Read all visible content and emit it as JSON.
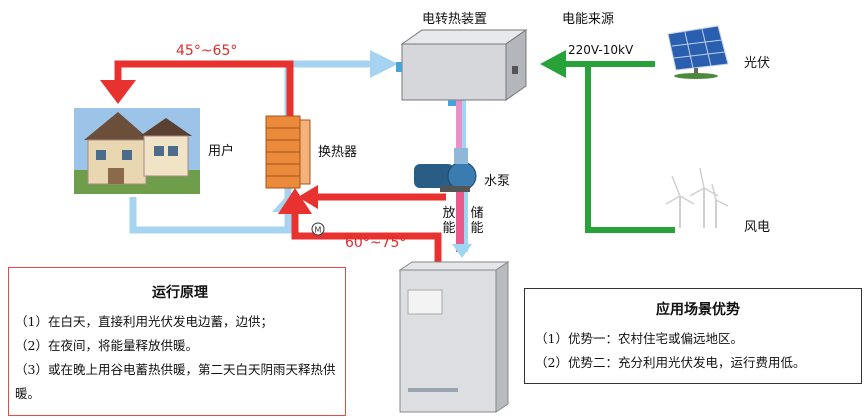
{
  "labels": {
    "heater": "电转热装置",
    "power_source": "电能来源",
    "voltage": "220V-10kV",
    "pv": "光伏",
    "wind": "风电",
    "user": "用户",
    "heat_exchanger": "换热器",
    "pump": "水泵",
    "release": "放能",
    "store": "储能",
    "temp_supply": "45°~65°",
    "temp_storage": "60°~75°",
    "meter": "M"
  },
  "principle": {
    "title": "运行原理",
    "lines": [
      "（1）在白天，直接利用光伏发电边蓄，边供；",
      "（2）在夜间，将能量释放供暖。",
      "（3）或在晚上用谷电蓄热供暖，第二天白天阴雨天释热供暖。"
    ]
  },
  "scenario": {
    "title": "应用场景优势",
    "lines": [
      "（1）优势一：农村住宅或偏远地区。",
      "（2）优势二：充分利用光伏发电，运行费用低。"
    ]
  },
  "colors": {
    "hot": "#e8322f",
    "cool": "#a6d4f0",
    "green": "#28a138",
    "exchanger": "#ec8a3c"
  }
}
